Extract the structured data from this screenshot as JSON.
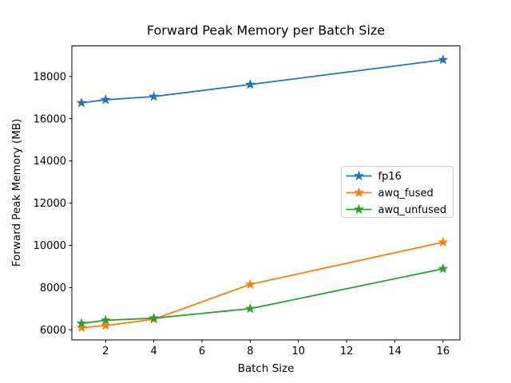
{
  "chart_data": {
    "type": "line",
    "title": "Forward Peak Memory per Batch Size",
    "xlabel": "Batch Size",
    "ylabel": "Forward Peak Memory (MB)",
    "x": [
      1,
      2,
      4,
      8,
      16
    ],
    "series": [
      {
        "name": "fp16",
        "color": "#1f77b4",
        "values": [
          16750,
          16900,
          17050,
          17620,
          18790
        ]
      },
      {
        "name": "awq_fused",
        "color": "#ff7f0e",
        "values": [
          6100,
          6200,
          6500,
          8150,
          10150
        ]
      },
      {
        "name": "awq_unfused",
        "color": "#2ca02c",
        "values": [
          6300,
          6450,
          6550,
          7000,
          8890
        ]
      }
    ],
    "xticks": [
      2,
      4,
      6,
      8,
      10,
      12,
      14,
      16
    ],
    "yticks": [
      6000,
      8000,
      10000,
      12000,
      14000,
      16000,
      18000
    ],
    "xlim": [
      0.6,
      16.7
    ],
    "ylim": [
      5520,
      19450
    ],
    "marker": "star",
    "grid": false,
    "legend_position": "center-right",
    "colors": {
      "spine": "#000000",
      "legend_border": "#cccccc",
      "background": "#ffffff"
    }
  }
}
